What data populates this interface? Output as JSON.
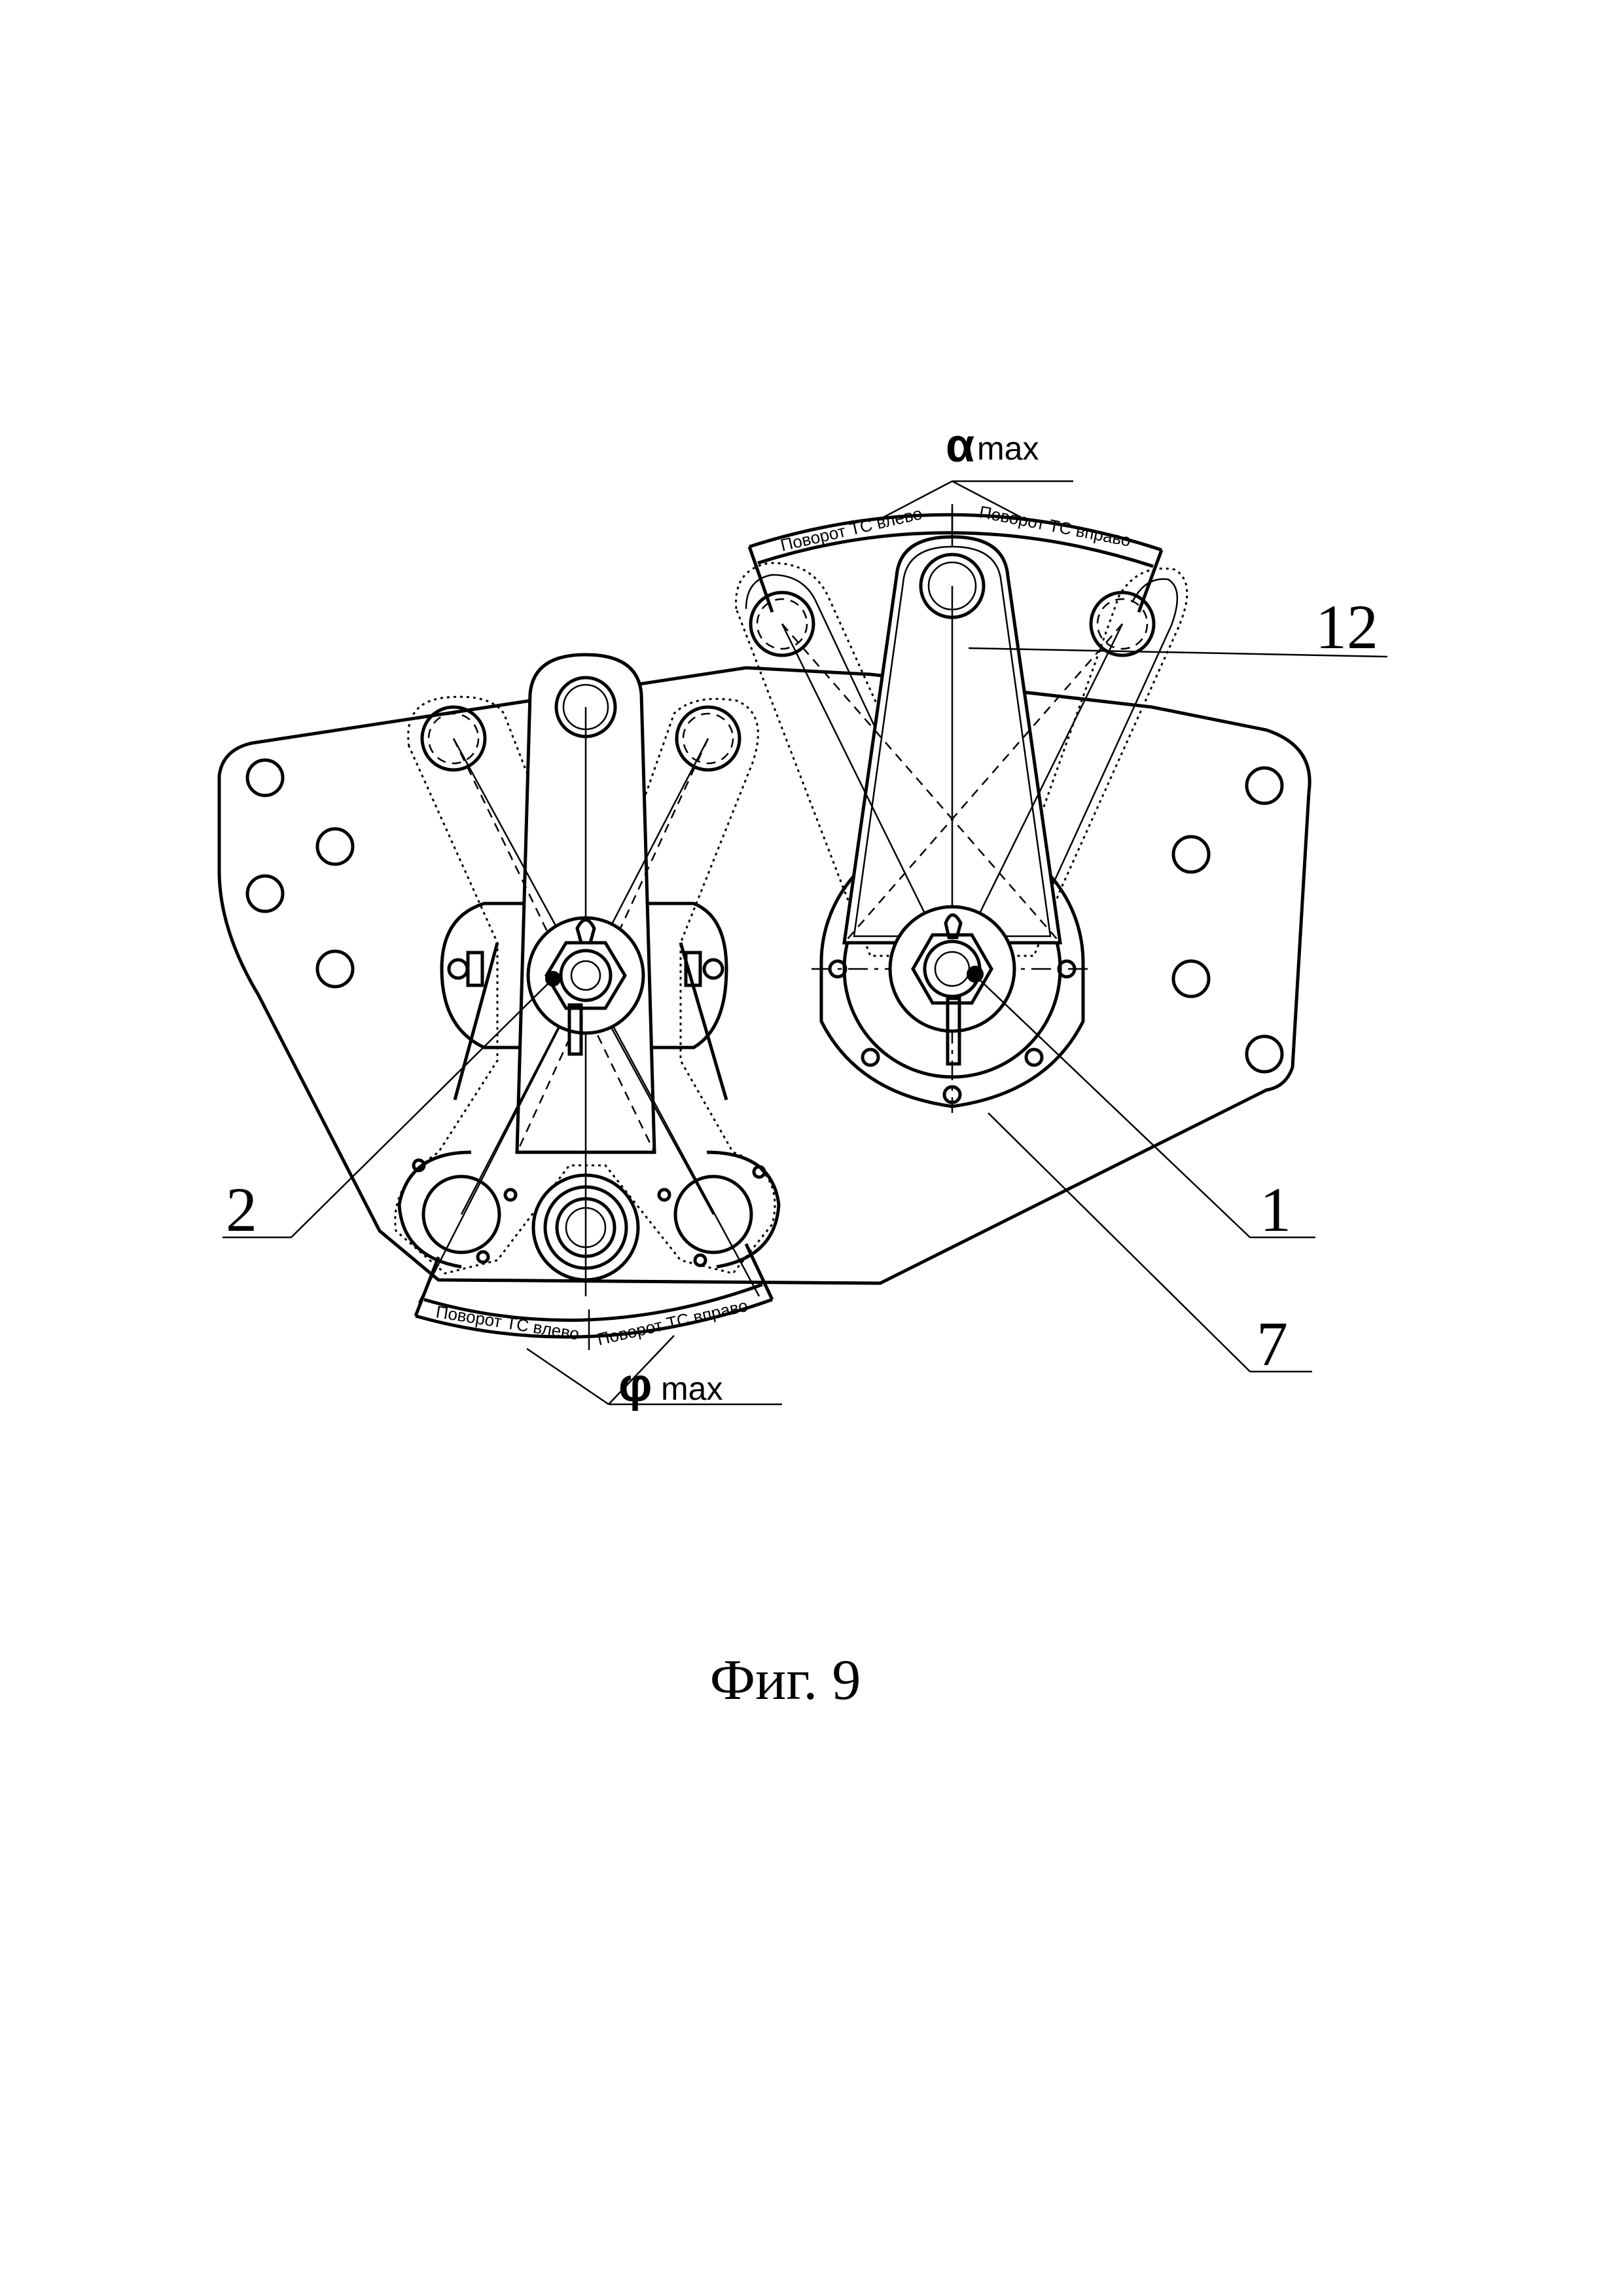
{
  "labels": {
    "ref_1": "1",
    "ref_2": "2",
    "ref_7": "7",
    "ref_12": "12"
  },
  "annotations": {
    "alpha_symbol": "α",
    "alpha_suffix": "max",
    "phi_symbol": "φ",
    "phi_suffix": "max",
    "right_arc_left": "Поворот ТС влево",
    "right_arc_right": "Поворот ТС вправо",
    "left_arc_left": "Поворот ТС влево",
    "left_arc_right": "Поворот ТС вправо"
  },
  "caption": "Фиг. 9"
}
